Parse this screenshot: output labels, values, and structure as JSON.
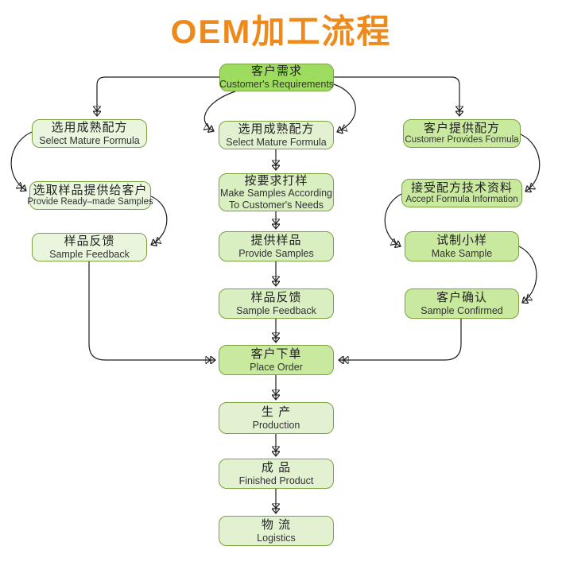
{
  "title": "OEM加工流程",
  "colors": {
    "title_color": "#ee8a1c",
    "border_color": "#7aa23f",
    "fill_bright": "#9edc5f",
    "fill_medium": "#c9ea9e",
    "fill_soft": "#d9efc2",
    "fill_pale": "#e9f5dd",
    "fill_pale2": "#e2f2d0",
    "arrow_color": "#1c1c1c"
  },
  "nodes": {
    "customer_requirements": {
      "zh": "客户需求",
      "en": "Customer's Requirements"
    },
    "select_mature_formula_left": {
      "zh": "选用成熟配方",
      "en": "Select Mature Formula"
    },
    "provide_ready_made_samples": {
      "zh": "选取样品提供给客户",
      "en": "Provide Ready–made Samples"
    },
    "sample_feedback_left": {
      "zh": "样品反馈",
      "en": "Sample Feedback"
    },
    "select_mature_formula_mid": {
      "zh": "选用成熟配方",
      "en": "Select Mature Formula"
    },
    "make_samples_according": {
      "zh": "按要求打样",
      "en": "Make Samples According\nTo Customer's Needs"
    },
    "provide_samples": {
      "zh": "提供样品",
      "en": "Provide Samples"
    },
    "sample_feedback_mid": {
      "zh": "样品反馈",
      "en": "Sample Feedback"
    },
    "customer_provides_formula": {
      "zh": "客户提供配方",
      "en": "Customer Provides Formula"
    },
    "accept_formula_information": {
      "zh": "接受配方技术资料",
      "en": "Accept Formula Information"
    },
    "make_sample": {
      "zh": "试制小样",
      "en": "Make Sample"
    },
    "sample_confirmed": {
      "zh": "客户确认",
      "en": "Sample Confirmed"
    },
    "place_order": {
      "zh": "客户下单",
      "en": "Place Order"
    },
    "production": {
      "zh": "生 产",
      "en": "Production"
    },
    "finished_product": {
      "zh": "成 品",
      "en": "Finished Product"
    },
    "logistics": {
      "zh": "物 流",
      "en": "Logistics"
    }
  }
}
